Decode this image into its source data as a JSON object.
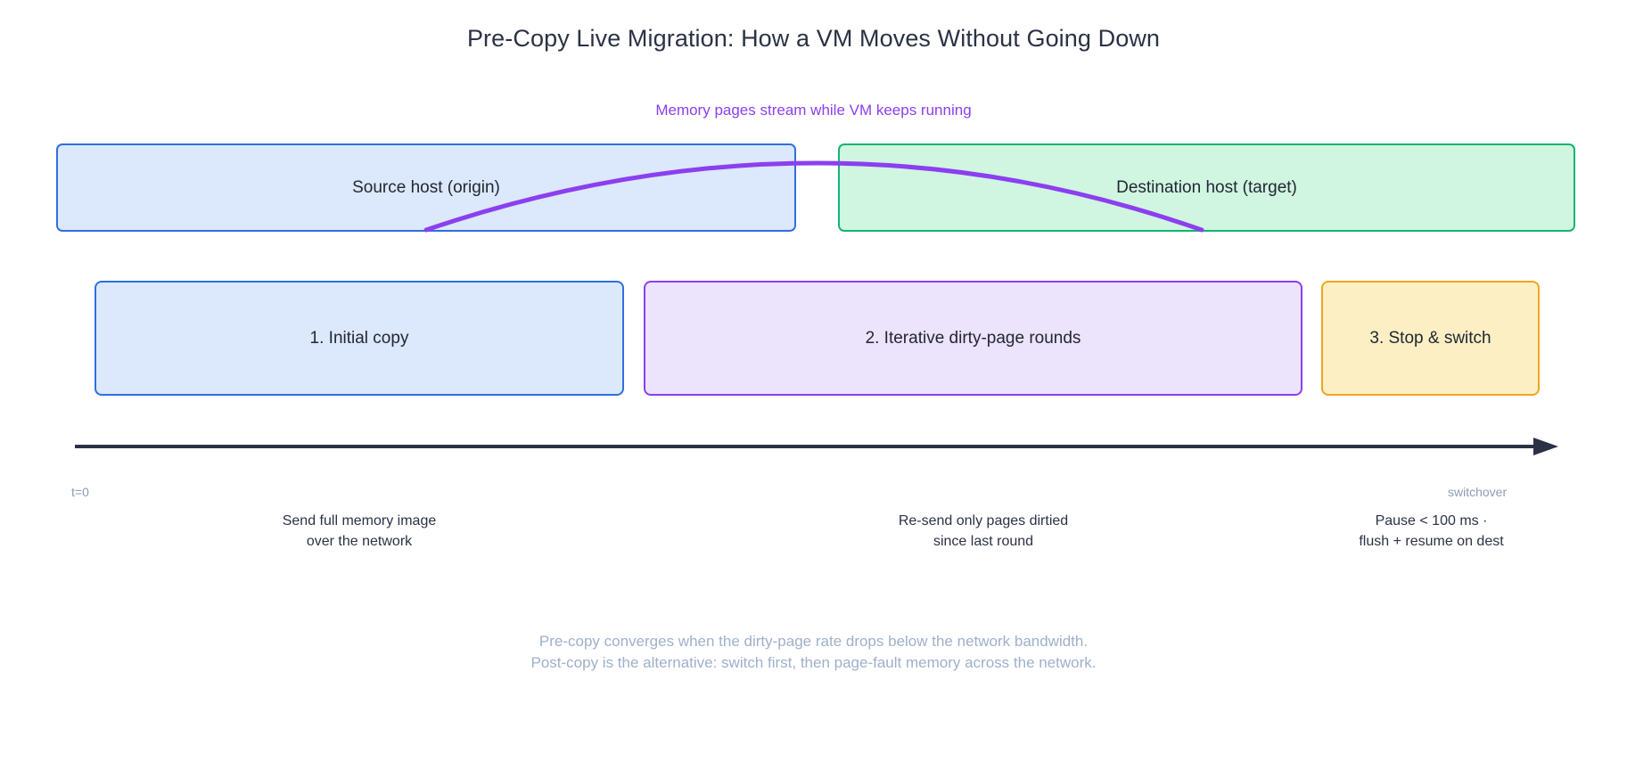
{
  "title": "Pre-Copy Live Migration: How a VM Moves Without Going Down",
  "arc": {
    "label": "Memory pages stream while VM keeps running",
    "color": "#8b3ff0"
  },
  "hosts": [
    {
      "id": "source",
      "label": "Source host  (origin)",
      "fill": "#dce8fb",
      "stroke": "#2f6fe0"
    },
    {
      "id": "destination",
      "label": "Destination host  (target)",
      "fill": "#d0f5e0",
      "stroke": "#12b473"
    }
  ],
  "phases": [
    {
      "id": "initial-copy",
      "label": "1. Initial copy",
      "fill": "#dce8fb",
      "stroke": "#2f6fe0",
      "caption": "Send full memory image\nover the network"
    },
    {
      "id": "iterative-rounds",
      "label": "2. Iterative dirty-page rounds",
      "fill": "#ece3fd",
      "stroke": "#8b3ff0",
      "caption": "Re-send only pages dirtied\nsince last round"
    },
    {
      "id": "stop-and-switch",
      "label": "3. Stop & switch",
      "fill": "#fcefc4",
      "stroke": "#f0a51e",
      "caption": "Pause < 100 ms ·\nflush + resume on dest"
    }
  ],
  "timeline": {
    "start_label": "t=0",
    "end_label": "switchover",
    "color": "#2b3245",
    "tick_color": "#8e9cb5"
  },
  "footer": "Pre-copy converges when the dirty-page rate drops below the network bandwidth.\nPost-copy is the alternative: switch first, then page-fault memory across the network."
}
